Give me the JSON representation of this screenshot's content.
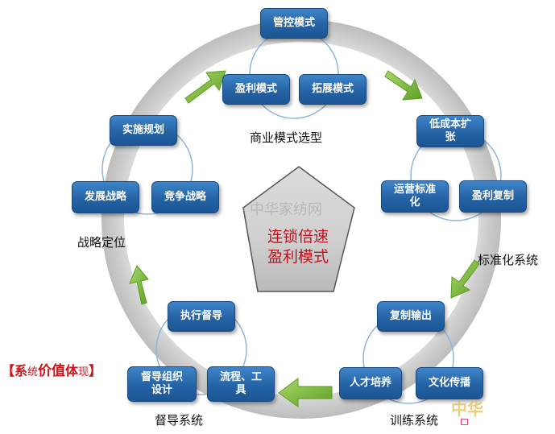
{
  "center": {
    "line1": "连锁倍速",
    "line2": "盈利模式",
    "watermark": "中华家纺网"
  },
  "groups": [
    {
      "label": "商业模式选型",
      "boxes": [
        "管控模式",
        "盈利模式",
        "拓展模式"
      ]
    },
    {
      "label": "标准化系统",
      "boxes": [
        "低成本扩张",
        "运营标准化",
        "盈利复制"
      ]
    },
    {
      "label": "训练系统",
      "boxes": [
        "复制输出",
        "人才培养",
        "文化传播"
      ]
    },
    {
      "label": "督导系统",
      "boxes": [
        "执行督导",
        "督导组织设计",
        "流程、工具"
      ]
    },
    {
      "label": "战略定位",
      "boxes": [
        "实施规划",
        "发展战略",
        "竞争战略"
      ]
    }
  ],
  "tag": {
    "bracket_open": "【",
    "t1": "系",
    "t2": "统",
    "t3": "价值",
    "t4": "体",
    "t5": "现",
    "bracket_close": "】"
  },
  "corner_text": "中华",
  "colors": {
    "box": "#2463a5",
    "arrow": "#7cbf3a",
    "ring": "#d6d6d6",
    "center_text": "#c0121d"
  }
}
